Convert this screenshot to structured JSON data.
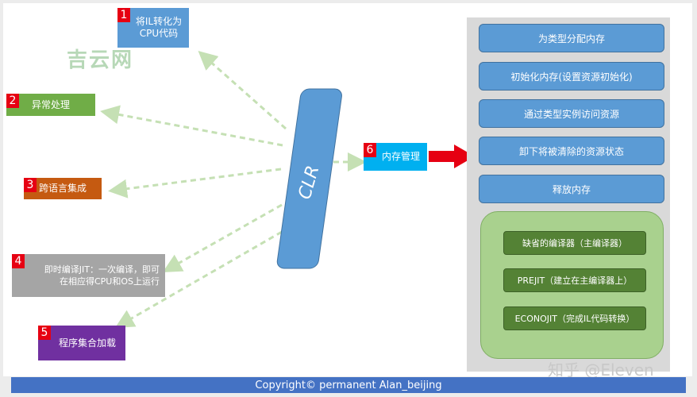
{
  "watermark": "吉云网",
  "center": {
    "label": "CLR"
  },
  "functions": [
    {
      "num": "1",
      "label": "将IL转化为\nCPU代码",
      "color": "#5b9bd5"
    },
    {
      "num": "2",
      "label": "异常处理",
      "color": "#70ad47"
    },
    {
      "num": "3",
      "label": "跨语言集成",
      "color": "#c55a11"
    },
    {
      "num": "4",
      "label": "即时编译JIT：一次编译，即可\n在相应得CPU和OS上运行",
      "color": "#a5a5a5"
    },
    {
      "num": "5",
      "label": "程序集合加载",
      "color": "#7030a0"
    },
    {
      "num": "6",
      "label": "内存管理",
      "color": "#00b0f0"
    }
  ],
  "memory_steps": [
    "为类型分配内存",
    "初始化内存(设置资源初始化)",
    "通过类型实例访问资源",
    "卸下将被清除的资源状态",
    "释放内存"
  ],
  "compilers": [
    "缺省的编译器（主编译器）",
    "PREJIT（建立在主编译器上）",
    "ECONOJIT（完成IL代码转换）"
  ],
  "footer": "Copyright© permanent  Alan_beijing",
  "zhihu_mark": "知乎 @Eleven",
  "colors": {
    "clr": "#5b9bd5",
    "arrow": "#c5e0b4",
    "red_arrow": "#e60012"
  }
}
